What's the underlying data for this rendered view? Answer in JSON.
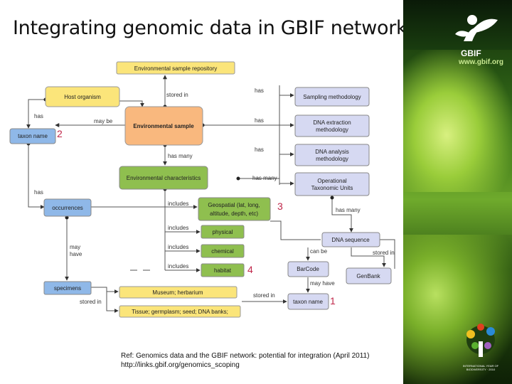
{
  "title": "Integrating genomic data in GBIF network",
  "logo": {
    "name": "GBIF",
    "url": "www.gbif.org"
  },
  "iyb": {
    "text": "INTERNATIONAL YEAR OF BIODIVERSITY · 2010"
  },
  "reference": {
    "line1": "Ref: Genomics data and the GBIF network: potential for integration (April 2011)",
    "line2": "http://links.gbif.org/genomics_scoping"
  },
  "nodes": {
    "env_repo": "Environmental sample repository",
    "host": "Host organism",
    "env_sample": "Environmental sample",
    "taxon_name_1": "taxon name",
    "env_char": "Environmental characteristics",
    "occurrences": "occurrences",
    "geo_1": "Geospatial (lat, long,",
    "geo_2": "altitude, depth, etc)",
    "physical": "physical",
    "chemical": "chemical",
    "habitat": "habitat",
    "specimens": "specimens",
    "museum": "Museum; herbarium",
    "tissue": "Tissue; germplasm; seed; DNA banks;",
    "sampling": "Sampling methodology",
    "dna_ext_1": "DNA extraction",
    "dna_ext_2": "methodology",
    "dna_ana_1": "DNA analysis",
    "dna_ana_2": "methodology",
    "otu_1": "Operational",
    "otu_2": "Taxonomic Units",
    "dna_seq": "DNA sequence",
    "barcode": "BarCode",
    "genbank": "GenBank",
    "taxon_name_2": "taxon name"
  },
  "edge_labels": {
    "stored_in_top": "stored in",
    "has_1": "has",
    "has_2": "has",
    "has_3": "has",
    "has_left": "has",
    "may_be": "may be",
    "has_many_env": "has many",
    "has_many_otu": "has many",
    "has_left_2": "has",
    "includes_1": "includes",
    "includes_2": "includes",
    "includes_3": "includes",
    "includes_4": "includes",
    "has_many_dna": "has many",
    "may_have_spec_1": "may",
    "may_have_spec_2": "have",
    "stored_in_spec": "stored in",
    "can_be": "can be",
    "stored_in_dna": "stored in",
    "may_have_bar": "may have",
    "stored_in_tissue": "stored in"
  },
  "markers": {
    "m1": "1",
    "m2": "2",
    "m3": "3",
    "m4": "4"
  },
  "colors": {
    "yellow": "#fbe57a",
    "orange": "#f9b87e",
    "green": "#8fbf4f",
    "blue": "#8fb8e8",
    "lavender": "#d6d9f2",
    "marker": "#c0274a"
  }
}
